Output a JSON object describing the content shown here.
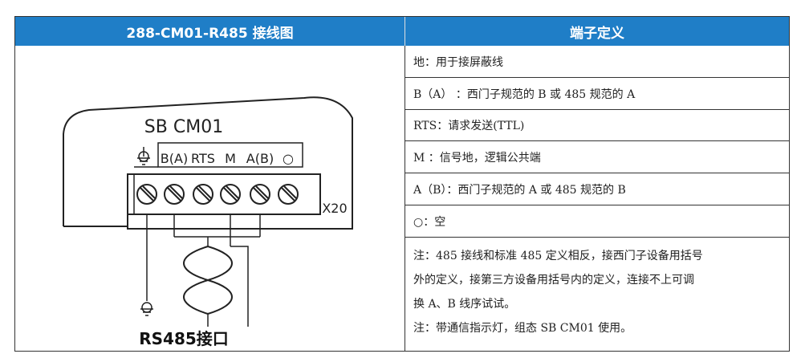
{
  "header": {
    "left_title": "288-CM01-R485  接线图",
    "right_title": "端子定义"
  },
  "diagram": {
    "module_label": "SB  CM01",
    "terminal_labels": [
      "B(A)",
      "RTS",
      "M",
      "A(B)",
      "○"
    ],
    "connector_label": "X20",
    "interface_label": "RS485接口"
  },
  "definitions": [
    "地：用于接屏蔽线",
    "B（A）  ：西门子规范的 B 或 485 规范的 A",
    "RTS：请求发送(TTL)",
    "M ：信号地，逻辑公共端",
    "A（B）：西门子规范的 A 或 485 规范的 B",
    "○：空"
  ],
  "notes": {
    "note1_line1": "注：485 接线和标准 485 定义相反，接西门子设备用括号",
    "note1_line2": "外的定义，接第三方设备用括号内的定义，连接不上可调",
    "note1_line3": "换 A、B 线序试试。",
    "note2": "注：带通信指示灯，组态 SB CM01 使用。"
  }
}
